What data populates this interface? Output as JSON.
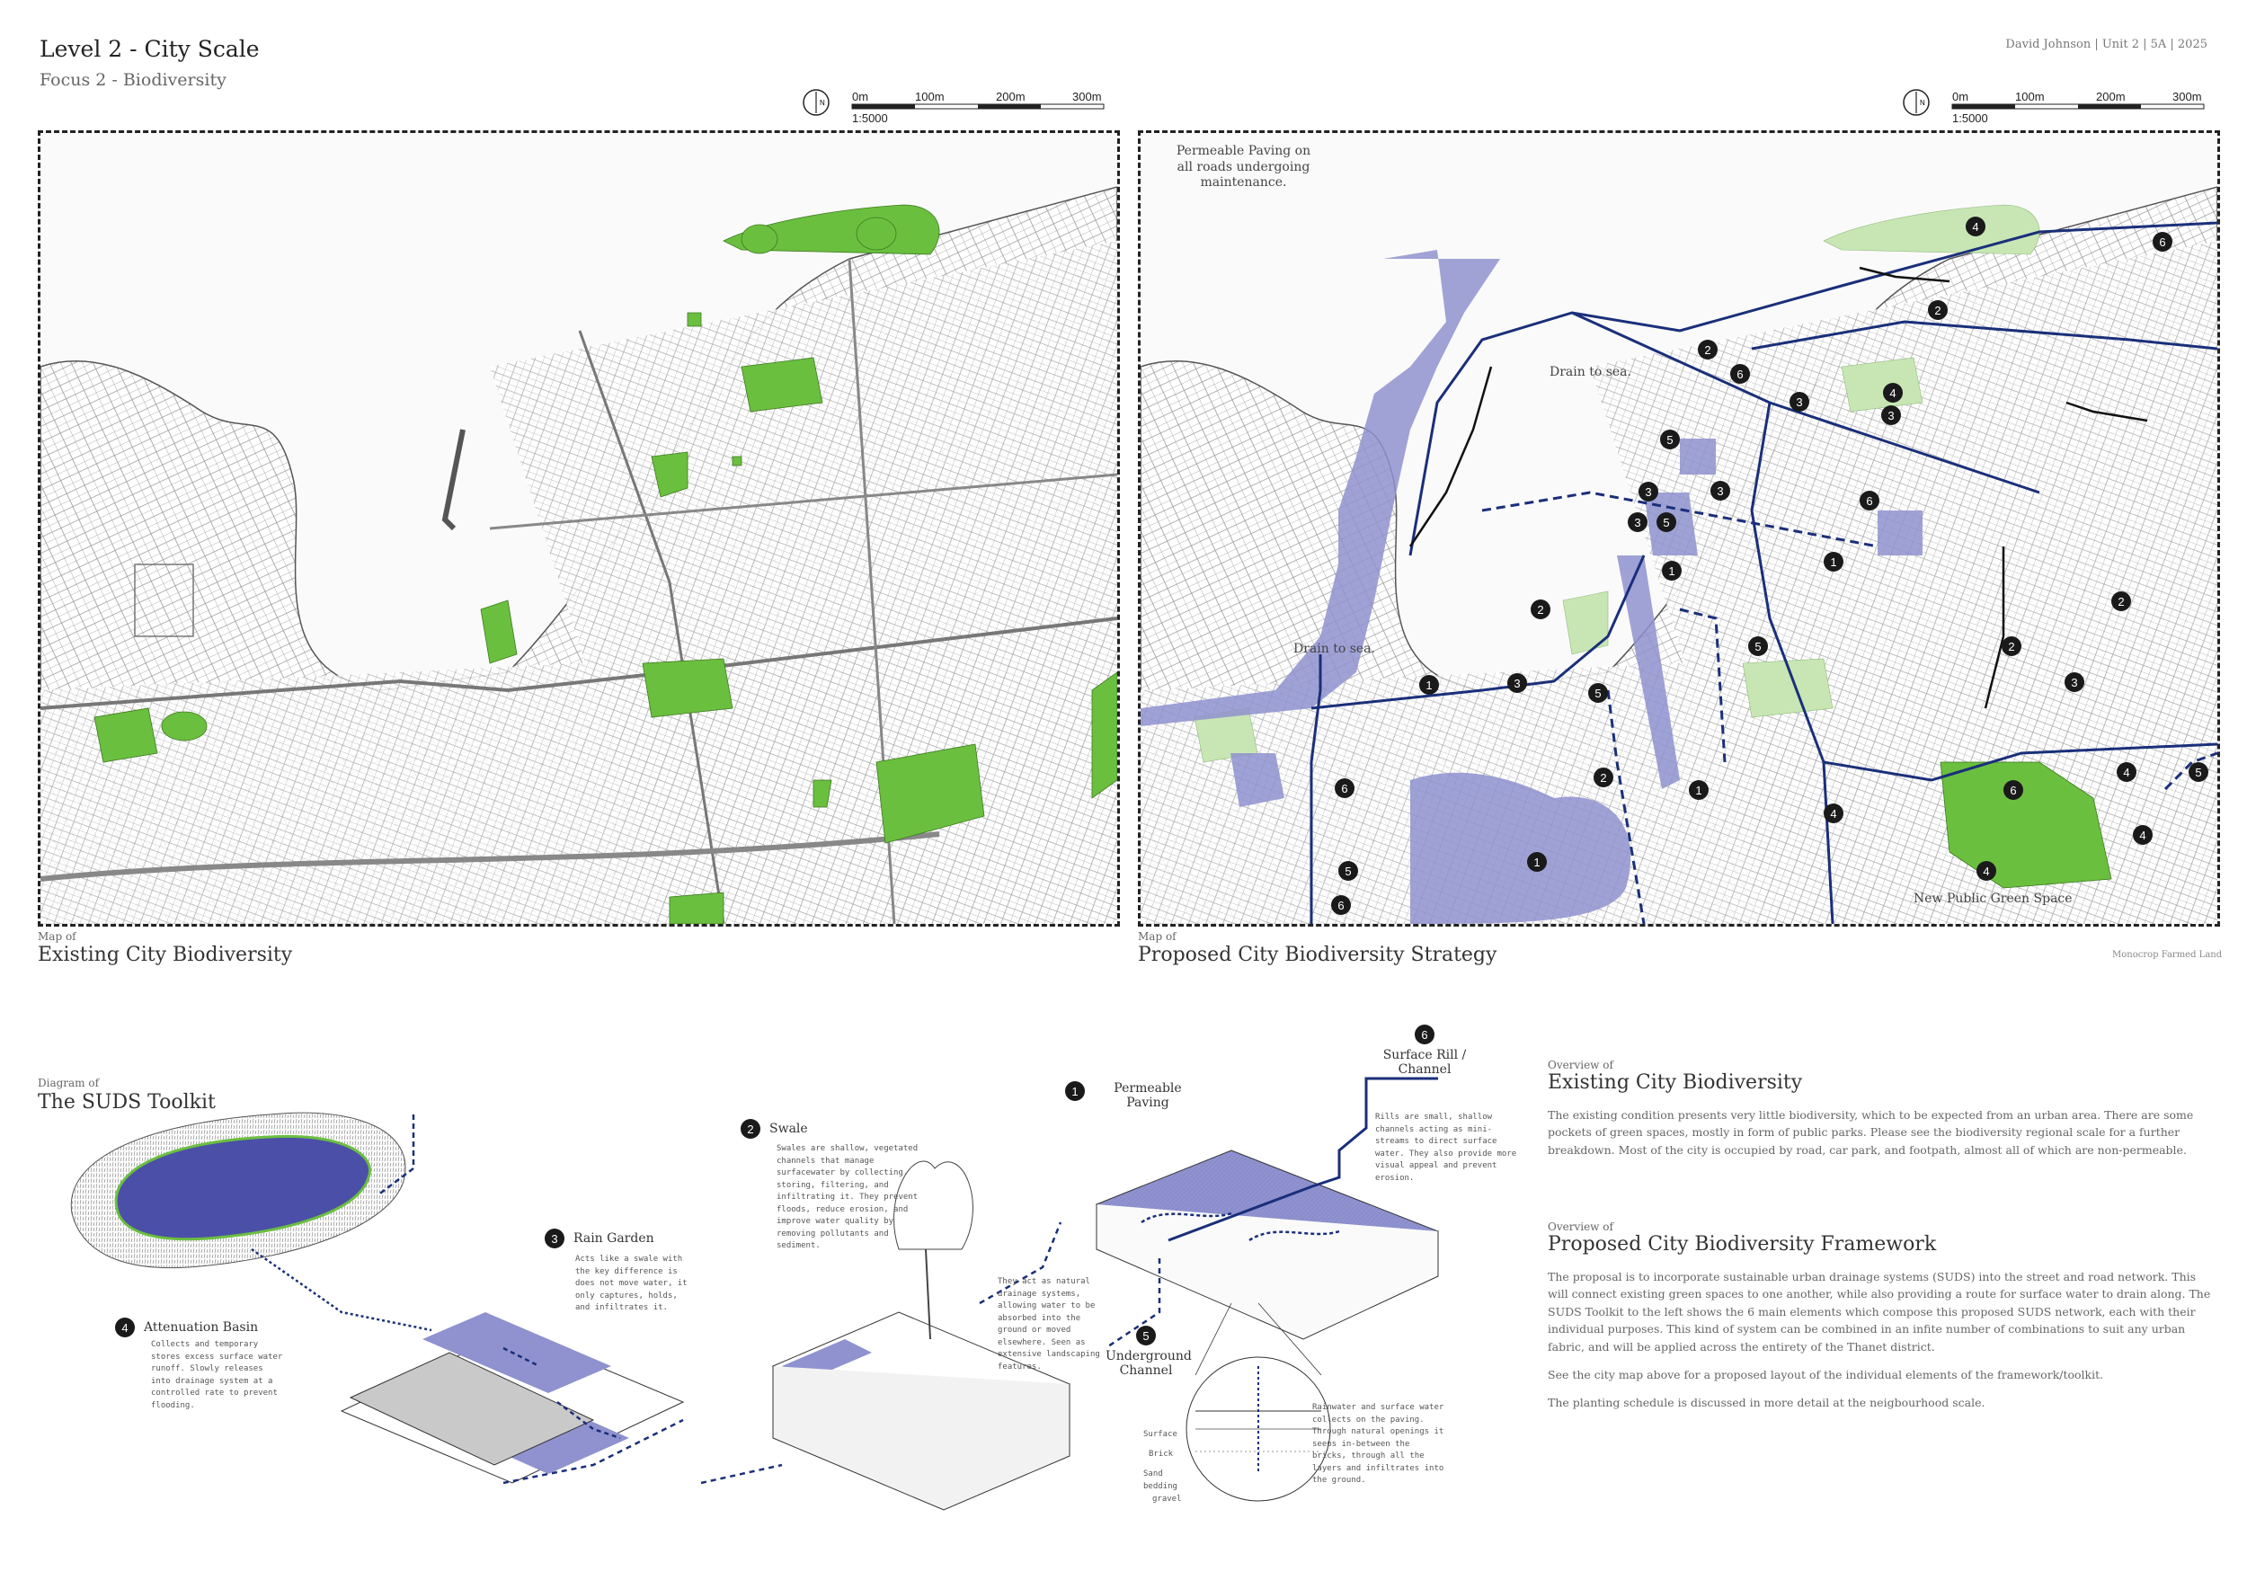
{
  "header": {
    "title": "Level 2 - City Scale",
    "subtitle": "Focus 2 - Biodiversity",
    "credit": "David Johnson  |  Unit 2  |  5A  |  2025"
  },
  "scale": {
    "ticks": [
      "0m",
      "100m",
      "200m",
      "300m"
    ],
    "ratio": "1:5000"
  },
  "map_left": {
    "caption_small": "Map of",
    "caption_big": "Existing City Biodiversity"
  },
  "map_right": {
    "caption_small": "Map of",
    "caption_big": "Proposed City Biodiversity Strategy",
    "legend_item": "Monocrop Farmed Land",
    "annotations": {
      "permeable": "Permeable Paving on all roads undergoing maintenance.",
      "drain_top": "Drain to sea.",
      "drain_bottom": "Drain to sea.",
      "green_space": "New Public Green Space"
    },
    "markers": [
      "1",
      "2",
      "3",
      "4",
      "5",
      "6",
      "1",
      "2",
      "3",
      "4",
      "5",
      "6",
      "1",
      "2",
      "3",
      "4",
      "5",
      "6",
      "1",
      "2",
      "3",
      "4",
      "5",
      "6",
      "1",
      "2",
      "3",
      "4",
      "5",
      "6",
      "3",
      "4",
      "6",
      "2",
      "3",
      "5"
    ]
  },
  "colors": {
    "green": "#6bbf3f",
    "light_green": "#c8e6b4",
    "purple": "#8f92cf",
    "navy": "#1a2f7a"
  },
  "diagram": {
    "caption_small": "Diagram of",
    "caption_big": "The SUDS Toolkit",
    "tools": [
      {
        "num": "1",
        "label": "Permeable Paving"
      },
      {
        "num": "2",
        "label": "Swale"
      },
      {
        "num": "3",
        "label": "Rain Garden"
      },
      {
        "num": "4",
        "label": "Attenuation Basin"
      },
      {
        "num": "5",
        "label": "Underground Channel"
      },
      {
        "num": "6",
        "label": "Surface Rill / Channel"
      }
    ],
    "notes": {
      "swale": "Swales are shallow, vegetated channels that manage surfacewater by collecting, storing, filtering, and infiltrating it. They prevent floods, reduce erosion, and improve water quality by removing pollutants and sediment.",
      "rain_garden": "Acts like a swale with the key difference is does not move water, it only captures, holds, and infiltrates it.",
      "basin": "Collects and temporary stores excess surface water runoff. Slowly releases into drainage system at a controlled rate to prevent flooding.",
      "rill": "Rills are small, shallow channels acting as mini-streams to direct surface water. They also provide more visual appeal and prevent erosion.",
      "underground": "They act as natural drainage systems, allowing water to be absorbed into the ground or moved elsewhere. Seen as extensive landscaping features.",
      "paving": "Rainwater and surface water collects on the paving. Through natural openings it seeps in-between the bricks, through all the layers and infiltrates into the ground."
    },
    "section_labels": [
      "Surface",
      "Brick",
      "Sand bedding",
      "gravel"
    ]
  },
  "overview": {
    "existing": {
      "small": "Overview of",
      "big": "Existing City Biodiversity",
      "text": "The existing condition presents very little biodiversity, which to be expected from an urban area. There are some pockets of green spaces, mostly in form of public parks. Please see the biodiversity regional scale for a further breakdown. Most of the city is occupied by road, car park, and footpath, almost all of which are non-permeable."
    },
    "proposed": {
      "small": "Overview of",
      "big": "Proposed City Biodiversity Framework",
      "text1": "The proposal is to incorporate sustainable urban drainage systems (SUDS) into the street and road network. This will connect existing green spaces to one another, while also providing a route for surface water to drain along. The SUDS Toolkit to the left shows the 6 main elements which compose this proposed SUDS network, each with their individual purposes. This kind of system can be combined in an infite number of combinations to suit any urban fabric, and will be applied across the entirety of the Thanet district.",
      "text2": "See the city map above for a proposed layout of the individual elements of the framework/toolkit.",
      "text3": "The planting schedule is discussed in more detail at the neigbourhood scale."
    }
  }
}
